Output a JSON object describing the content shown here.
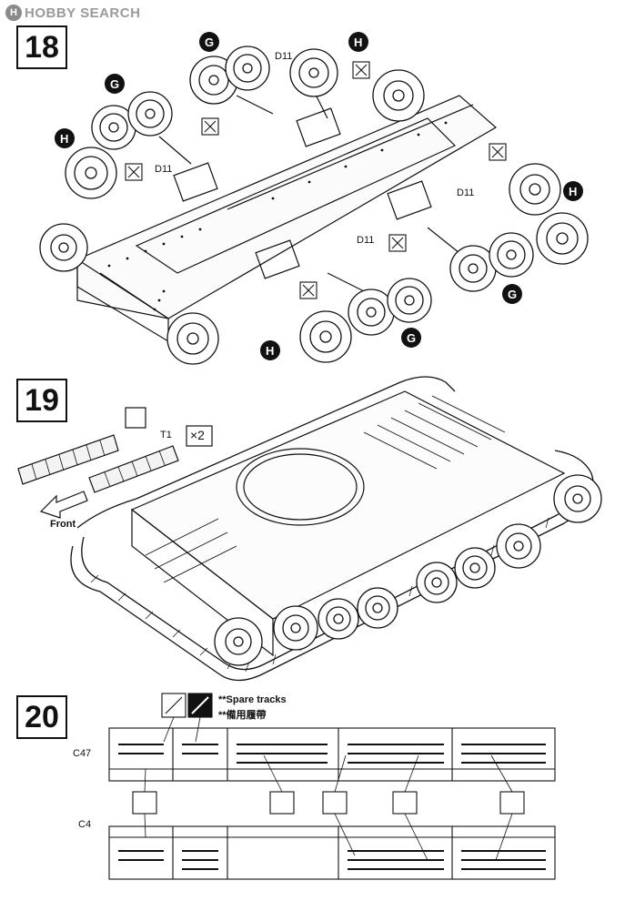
{
  "watermark": {
    "logo": "H",
    "text": "HOBBY SEARCH"
  },
  "step18": {
    "number": "18",
    "part_d11": "D11",
    "wheel_g": "G",
    "wheel_h": "H"
  },
  "step19": {
    "number": "19",
    "track_part": "T1",
    "quantity": "×2",
    "front_label": "Front"
  },
  "step20": {
    "number": "20",
    "part_c47": "C47",
    "part_c4": "C4",
    "spare_tracks_en": "**Spare tracks",
    "spare_tracks_jp": "**備用履帶"
  },
  "colors": {
    "ink": "#111111",
    "paper": "#ffffff",
    "watermark": "#9a9a9a"
  }
}
